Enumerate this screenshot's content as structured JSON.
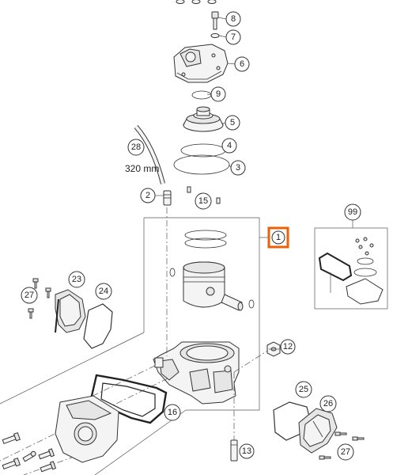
{
  "diagram": {
    "callouts": [
      {
        "id": "c8",
        "label": "8"
      },
      {
        "id": "c7",
        "label": "7"
      },
      {
        "id": "c6",
        "label": "6"
      },
      {
        "id": "c9",
        "label": "9"
      },
      {
        "id": "c5",
        "label": "5"
      },
      {
        "id": "c4",
        "label": "4"
      },
      {
        "id": "c3",
        "label": "3"
      },
      {
        "id": "c28",
        "label": "28"
      },
      {
        "id": "c2",
        "label": "2"
      },
      {
        "id": "c15",
        "label": "15"
      },
      {
        "id": "c99",
        "label": "99"
      },
      {
        "id": "c1",
        "label": "1"
      },
      {
        "id": "c23",
        "label": "23"
      },
      {
        "id": "c27a",
        "label": "27"
      },
      {
        "id": "c24",
        "label": "24"
      },
      {
        "id": "c12",
        "label": "12"
      },
      {
        "id": "c16",
        "label": "16"
      },
      {
        "id": "c25",
        "label": "25"
      },
      {
        "id": "c26",
        "label": "26"
      },
      {
        "id": "c27b",
        "label": "27"
      },
      {
        "id": "c13",
        "label": "13"
      }
    ],
    "hose_length": "320 mm",
    "highlight_color": "#e8620a"
  }
}
